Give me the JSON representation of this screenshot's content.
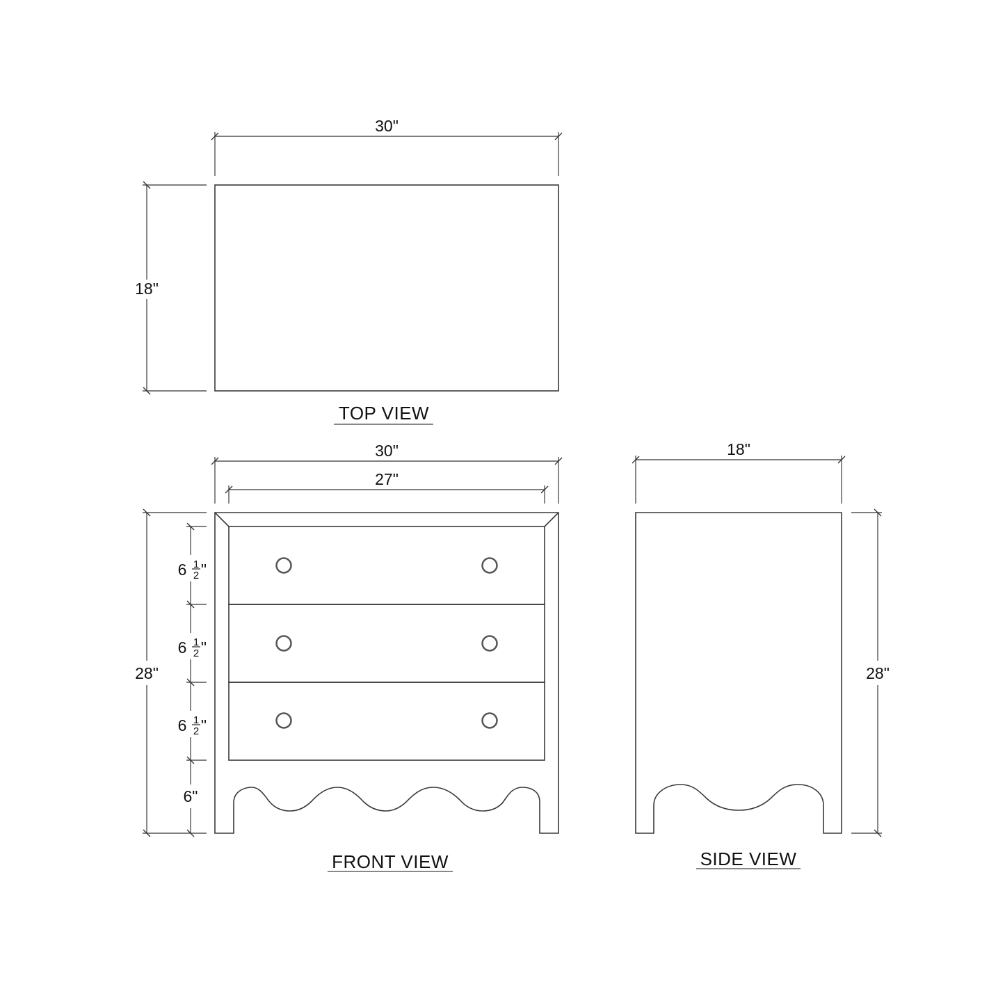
{
  "drawing": {
    "views": {
      "top": {
        "title": "TOP VIEW",
        "width_label": "30\"",
        "depth_label": "18\""
      },
      "front": {
        "title": "FRONT VIEW",
        "overall_width_label": "30\"",
        "inner_width_label": "27\"",
        "height_label": "28\"",
        "drawers": [
          {
            "height_whole": "6",
            "height_num": "1",
            "height_den": "2",
            "inch": "\""
          },
          {
            "height_whole": "6",
            "height_num": "1",
            "height_den": "2",
            "inch": "\""
          },
          {
            "height_whole": "6",
            "height_num": "1",
            "height_den": "2",
            "inch": "\""
          }
        ],
        "base_height_label": "6\"",
        "knobs_per_drawer": 2
      },
      "side": {
        "title": "SIDE VIEW",
        "depth_label": "18\"",
        "height_label": "28\""
      }
    },
    "colors": {
      "background": "#ffffff",
      "line": "#3a3a3a",
      "text": "#111111"
    }
  }
}
